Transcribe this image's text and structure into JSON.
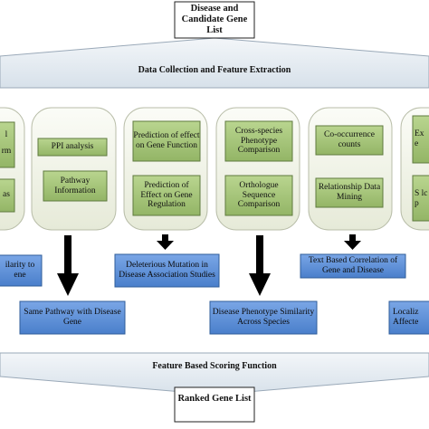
{
  "top_box": "Disease and Candidate Gene List",
  "data_band": "Data Collection and Feature Extraction",
  "scoring_band": "Feature Based Scoring Function",
  "bottom_box": "Ranked Gene List",
  "panels": [
    {
      "items": [
        "l",
        "rm",
        "as"
      ]
    },
    {
      "items": [
        "PPI analysis",
        "Pathway Information"
      ]
    },
    {
      "items": [
        "Prediction of effect on Gene Function",
        "Prediction of Effect on Gene Regulation"
      ]
    },
    {
      "items": [
        "Cross-species Phenotype Comparison",
        "Orthologue Sequence Comparison"
      ]
    },
    {
      "items": [
        "Co-occurrence counts",
        "Relationship Data Mining"
      ]
    },
    {
      "items": [
        "Ex e",
        "S lc p"
      ]
    }
  ],
  "outputs": {
    "left": "ilarity to ene",
    "deleterious": "Deleterious Mutation in Disease Association Studies",
    "text_corr": "Text Based Correlation of Gene and Disease",
    "pathway": "Same Pathway with Disease Gene",
    "phenotype": "Disease Phenotype Similarity Across Species",
    "localiz": "Localiz Affecte"
  },
  "colors": {
    "band_fill": "#e4ebf2",
    "green_fill": "#a8c67e",
    "blue_fill": "#5f90d6",
    "panel_fill": "#eff2e6"
  }
}
